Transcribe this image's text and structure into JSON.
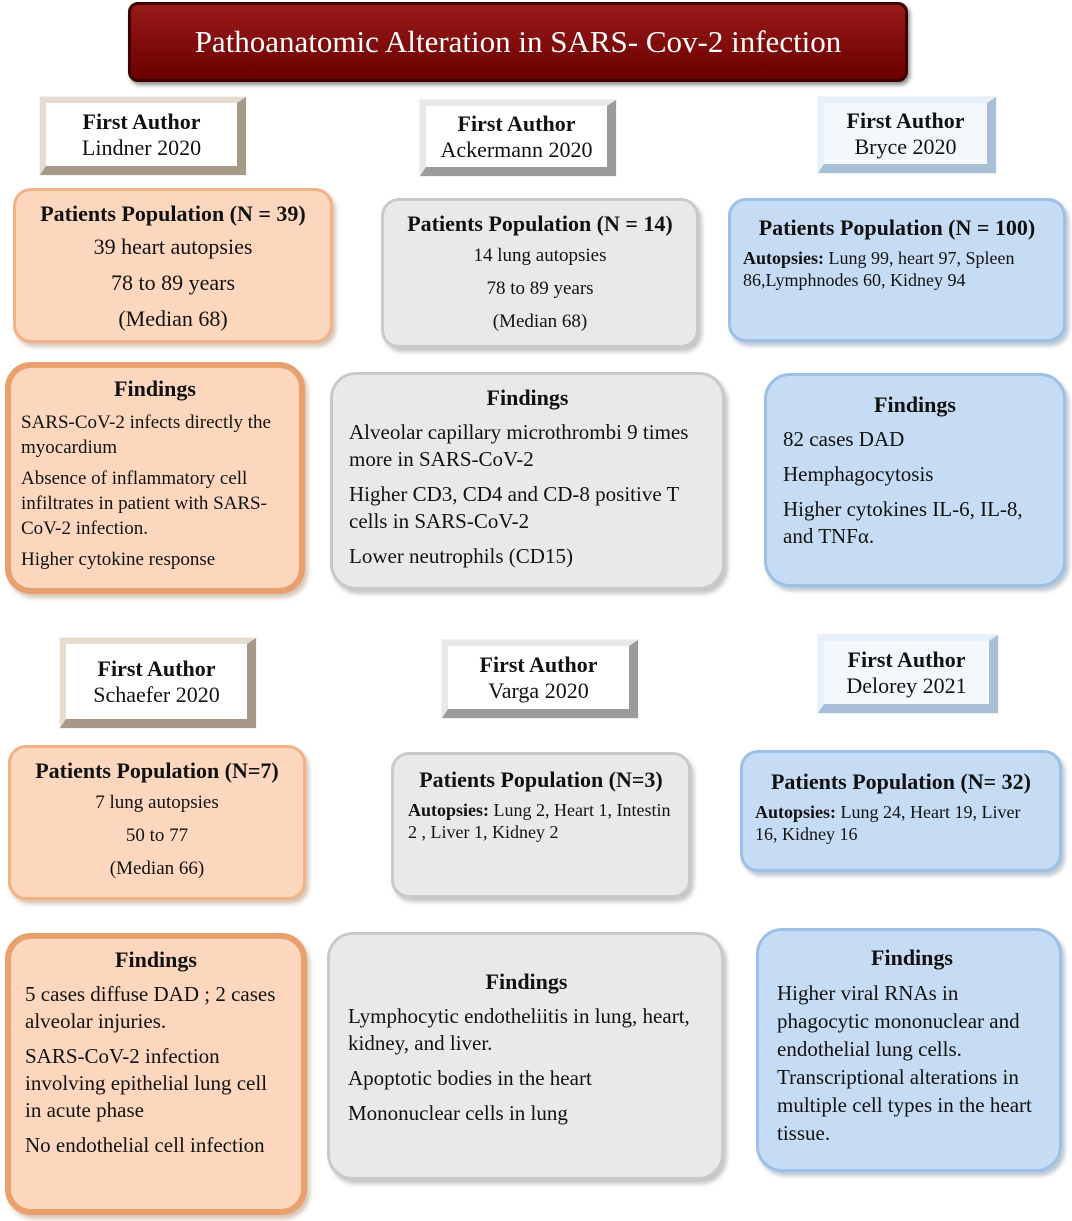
{
  "title": "Pathoanatomic Alteration in SARS- Cov-2 infection",
  "studies": [
    {
      "author_heading": "First Author",
      "author": "Lindner 2020",
      "population_heading": "Patients Population (N = 39)",
      "population_lines": [
        "39 heart autopsies",
        "78 to 89 years",
        "(Median 68)"
      ],
      "findings_heading": "Findings",
      "findings": [
        "SARS-CoV-2 infects directly the myocardium",
        " Absence of inflammatory cell infiltrates in patient with SARS-CoV-2 infection.",
        "Higher cytokine response"
      ]
    },
    {
      "author_heading": "First Author",
      "author": "Ackermann 2020",
      "population_heading": "Patients Population (N = 14)",
      "population_lines": [
        "14 lung autopsies",
        "78 to 89 years",
        "(Median 68)"
      ],
      "findings_heading": "Findings",
      "findings": [
        "Alveolar capillary microthrombi 9 times more in SARS-CoV-2",
        "Higher CD3, CD4 and CD-8 positive T cells in SARS-CoV-2",
        "Lower neutrophils (CD15)"
      ]
    },
    {
      "author_heading": "First Author",
      "author": "Bryce 2020",
      "population_heading": "Patients Population (N = 100)",
      "autopsies_label": "Autopsies:",
      "autopsies_text": " Lung 99, heart 97, Spleen 86,Lymphnodes 60, Kidney 94",
      "findings_heading": "Findings",
      "findings": [
        "82 cases DAD",
        "Hemphagocytosis",
        "Higher cytokines IL-6, IL-8, and TNFα."
      ]
    },
    {
      "author_heading": "First Author",
      "author": "Schaefer 2020",
      "population_heading": "Patients Population (N=7)",
      "population_lines": [
        "7 lung autopsies",
        "50 to 77",
        "(Median 66)"
      ],
      "findings_heading": "Findings",
      "findings": [
        "5 cases diffuse DAD ; 2 cases alveolar injuries.",
        "SARS-CoV-2 infection involving epithelial lung cell in acute phase",
        "No endothelial cell infection"
      ]
    },
    {
      "author_heading": "First Author",
      "author": "Varga 2020",
      "population_heading": "Patients Population (N=3)",
      "autopsies_label": "Autopsies:",
      "autopsies_text": " Lung 2, Heart 1, Intestin 2 , Liver 1, Kidney 2",
      "findings_heading": "Findings",
      "findings": [
        "Lymphocytic endotheliitis in lung, heart, kidney, and liver.",
        "Apoptotic bodies in the heart",
        "Mononuclear cells in lung"
      ]
    },
    {
      "author_heading": "First Author",
      "author": "Delorey 2021",
      "population_heading": "Patients Population (N= 32)",
      "autopsies_label": "Autopsies:",
      "autopsies_text": " Lung 24, Heart 19, Liver 16, Kidney 16",
      "findings_heading": "Findings",
      "findings": [
        "Higher viral RNAs in phagocytic mononuclear and endothelial lung cells. Transcriptional alterations in multiple cell types in the heart tissue."
      ]
    }
  ]
}
